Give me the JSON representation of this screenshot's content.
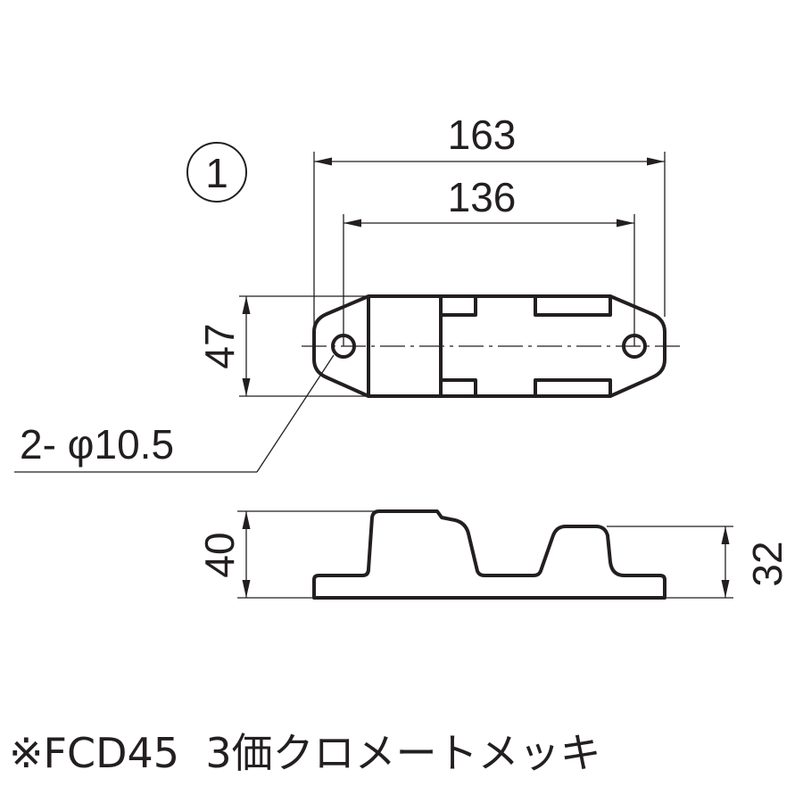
{
  "part_number": "1",
  "top_view": {
    "overall_length": "163",
    "hole_pitch": "136",
    "width": "47",
    "holes": "2- φ10.5"
  },
  "side_view": {
    "overall_height": "40",
    "step_height": "32"
  },
  "note": "※FCD45  3価クロメートメッキ"
}
